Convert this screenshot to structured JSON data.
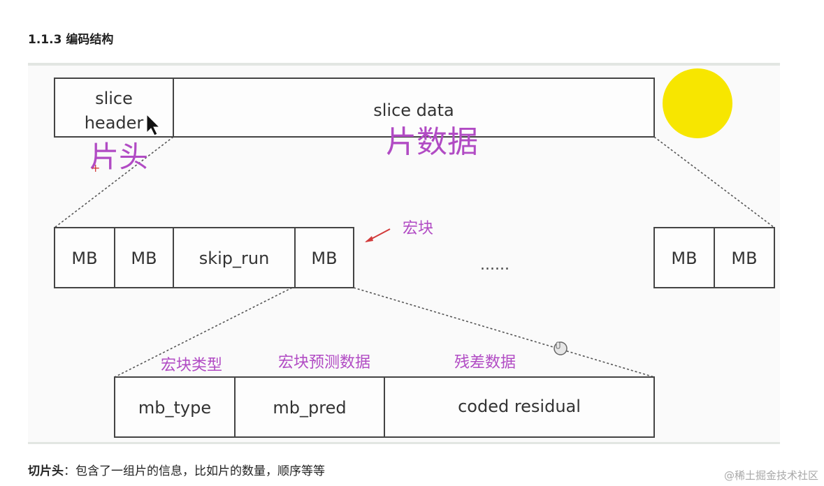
{
  "heading": "1.1.3  编码结构",
  "figure": {
    "top_row": {
      "slice_header_line1": "slice",
      "slice_header_line2": "header",
      "slice_data": "slice data"
    },
    "handwritten": {
      "slice_header_note": "片头",
      "slice_data_note": "片数据",
      "macroblock_note": "宏块",
      "mb_type_note": "宏块类型",
      "mb_pred_note": "宏块预测数据",
      "residual_note": "残差数据"
    },
    "mb_row": {
      "left": [
        "MB",
        "MB",
        "skip_run",
        "MB"
      ],
      "ellipsis": "......",
      "right": [
        "MB",
        "MB"
      ]
    },
    "bottom_row": [
      "mb_type",
      "mb_pred",
      "coded residual"
    ],
    "annotation_color": "#b14bc4",
    "arrow_color": "#d23a3a",
    "highlight_color": "#f7e600"
  },
  "caption": {
    "term": "切片头",
    "text": "：包含了一组片的信息，比如片的数量，顺序等等"
  },
  "watermark": "@稀土掘金技术社区"
}
